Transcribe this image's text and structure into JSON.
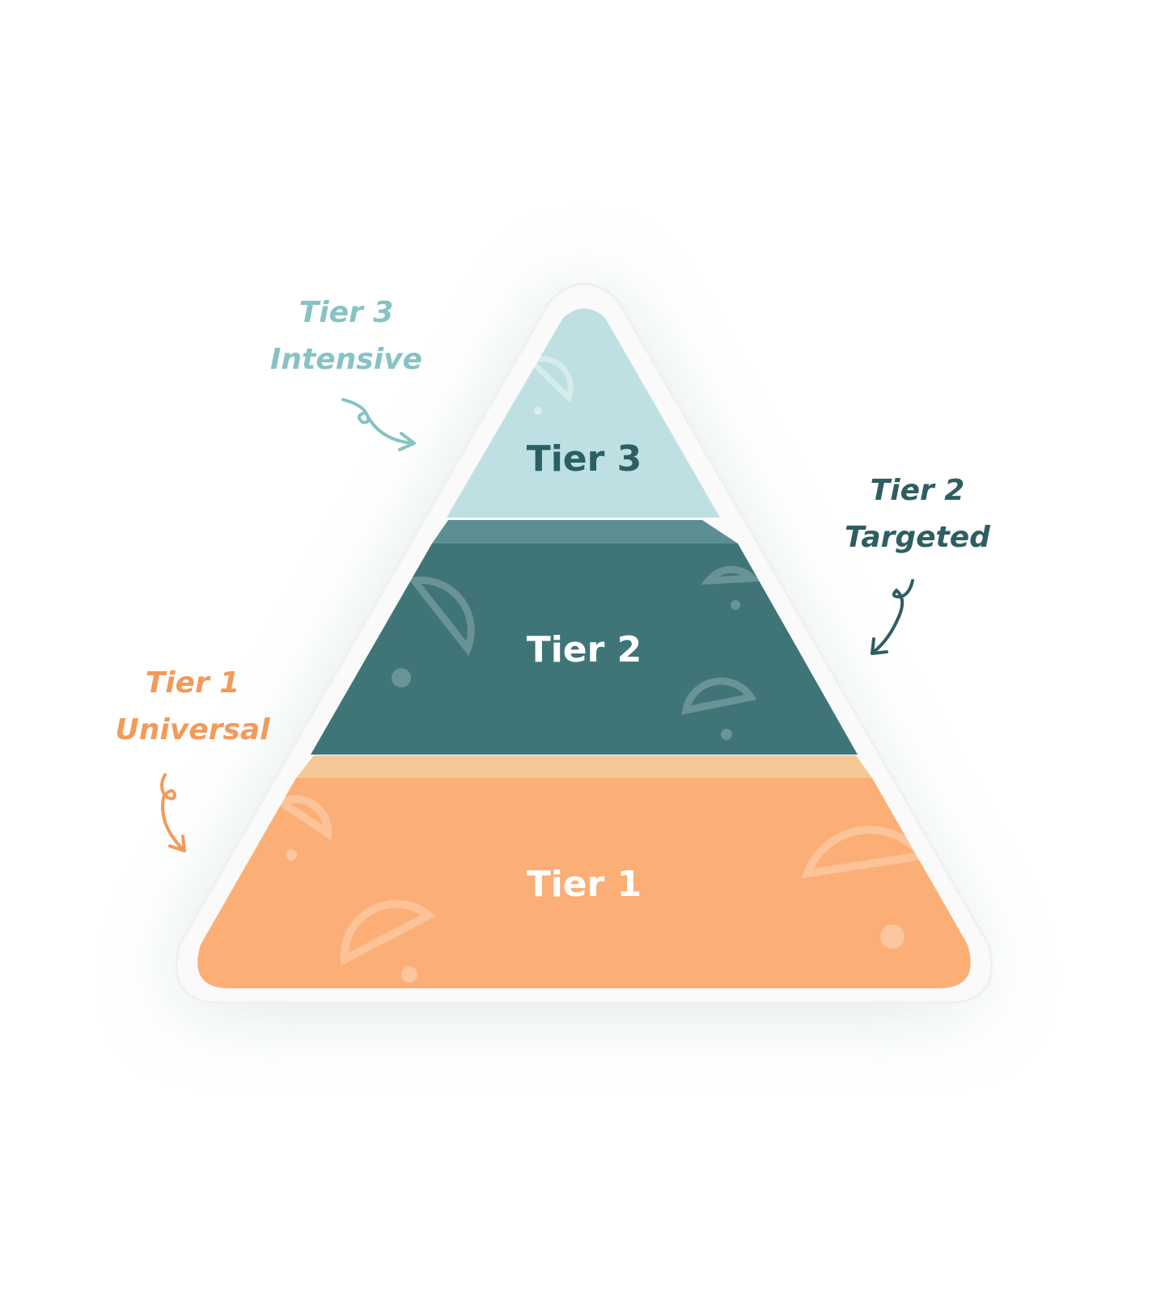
{
  "tiers": [
    {
      "label": "Tier 3",
      "color": "#bfe0e2",
      "text_color": "#2c5f64"
    },
    {
      "label": "Tier 2",
      "color": "#3f7577",
      "text_color": "#ffffff"
    },
    {
      "label": "Tier 1",
      "color": "#fbae76",
      "text_color": "#ffffff"
    }
  ],
  "annotations": {
    "tier3": {
      "line1": "Tier 3",
      "line2": "Intensive",
      "color": "#86c3c4"
    },
    "tier2": {
      "line1": "Tier 2",
      "line2": "Targeted",
      "color": "#2e5e61"
    },
    "tier1": {
      "line1": "Tier 1",
      "line2": "Universal",
      "color": "#f39a5a"
    }
  }
}
